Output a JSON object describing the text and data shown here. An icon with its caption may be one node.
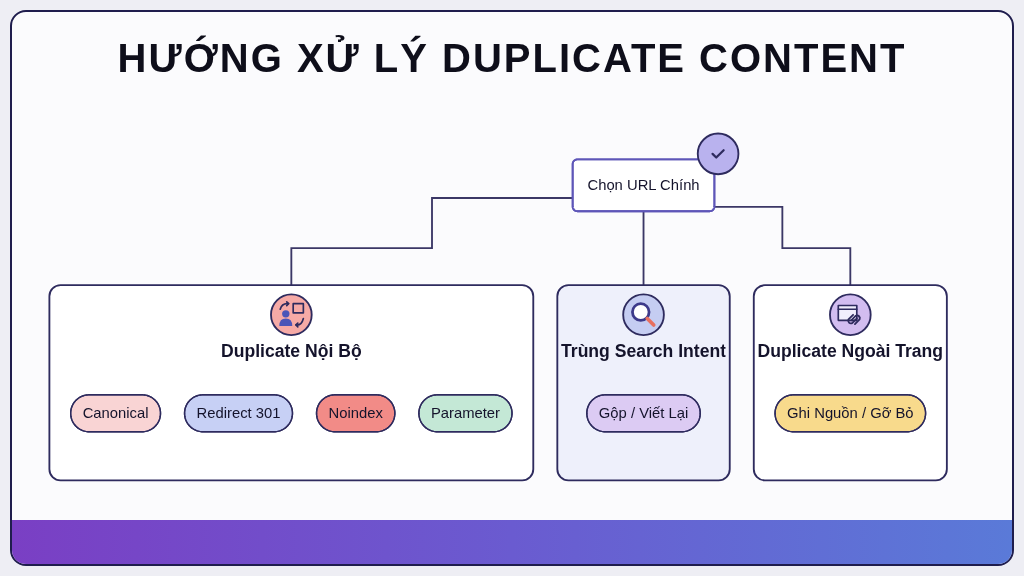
{
  "diagram": {
    "title": "HƯỚNG XỬ LÝ DUPLICATE CONTENT",
    "nodes": [
      {
        "text": [
          "Chọn URL Chính"
        ]
      },
      {
        "text": [
          "Duplicate Nội Bộ"
        ]
      },
      {
        "text": [
          "Canonical"
        ],
        "in": 1
      },
      {
        "text": [
          "Redirect 301"
        ],
        "in": 1
      },
      {
        "text": [
          "Noindex"
        ],
        "in": 1
      },
      {
        "text": [
          "Parameter"
        ],
        "in": 1
      },
      {
        "text": [
          "Trùng Search Intent"
        ]
      },
      {
        "text": [
          "Gộp / Viết Lại"
        ],
        "in": 6
      },
      {
        "text": [
          "Duplicate Ngoài Trang"
        ]
      },
      {
        "text": [
          "Ghi Nguồn / Gỡ Bỏ"
        ],
        "in": 8
      }
    ],
    "edges": [
      {
        "from": 0,
        "to": 1,
        "arrow": "none"
      },
      {
        "from": 0,
        "to": 6,
        "arrow": "none"
      },
      {
        "from": 0,
        "to": 8,
        "arrow": "none"
      }
    ]
  }
}
